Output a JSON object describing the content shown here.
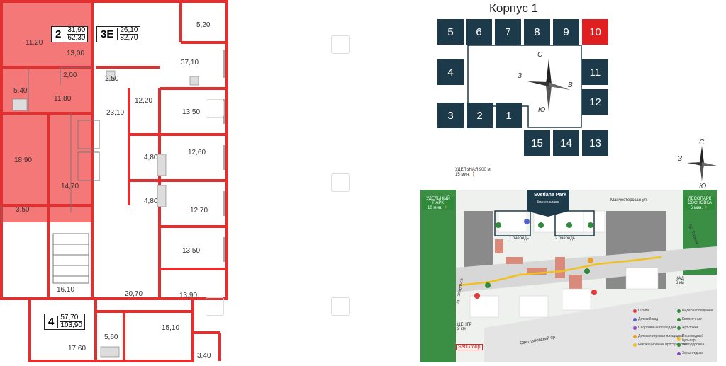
{
  "floorplan": {
    "highlight_color": "#f26a6a",
    "apartments": [
      {
        "number": "2",
        "living_area": "31,90",
        "total_area": "62,30"
      },
      {
        "number": "3Е",
        "living_area": "26,10",
        "total_area": "82,70"
      },
      {
        "number": "4",
        "living_area": "57,70",
        "total_area": "103,90"
      }
    ],
    "rooms": [
      "11,20",
      "13,00",
      "2,00",
      "5,40",
      "11,80",
      "18,90",
      "3,50",
      "2,50",
      "5,20",
      "37,10",
      "12,20",
      "23,10",
      "13,50",
      "12,60",
      "4,80",
      "4,80",
      "14,70",
      "12,70",
      "13,50",
      "16,10",
      "20,70",
      "13,90",
      "5,60",
      "15,10",
      "3,40",
      "17,60"
    ]
  },
  "building_scheme": {
    "title": "Корпус 1",
    "active_color": "#e02020",
    "section_color": "#1d3a4a",
    "sections": [
      "5",
      "6",
      "7",
      "8",
      "9",
      "10",
      "4",
      "11",
      "12",
      "3",
      "2",
      "1",
      "13",
      "15",
      "14"
    ],
    "active_section": "10",
    "compass": {
      "n": "С",
      "e": "В",
      "s": "Ю",
      "w": "З"
    },
    "compass_small": {
      "n": "С",
      "w": "З",
      "s": "Ю"
    }
  },
  "site_map": {
    "brand": "Svetlana Park",
    "brand_sub": "Бизнес-класс",
    "top_station": "УДЕЛЬНАЯ 900 м",
    "top_station_time": "15 мин. 🚶",
    "left_park": "УДЕЛЬНЫЙ ПАРК",
    "left_park_time": "10 мин. 🚶",
    "right_park": "ЛЕСОПАРК СОСНОВКА",
    "right_park_time": "5 мин. 🚶",
    "street_top": "Манчестерская ул.",
    "street_right": "пр. Тореза",
    "street_left": "пр. Энгельса",
    "street_bottom": "Светлановский пр.",
    "center_label": "ЦЕНТР",
    "center_dist": "2 км",
    "kad_label": "КАД",
    "kad_dist": "6 км",
    "developer": "SetlGroup",
    "queue_1": "1 очередь",
    "queue_2": "2 очередь",
    "legend": [
      "Школа",
      "Детский сад",
      "Спортивные площадки",
      "Детская игровая площадка",
      "Рекреационные пространства",
      "Видеонаблюдение",
      "Колясочные",
      "Арт-точка",
      "Пешеходный бульвар",
      "Велодорожка",
      "Зоны отдыха"
    ]
  }
}
